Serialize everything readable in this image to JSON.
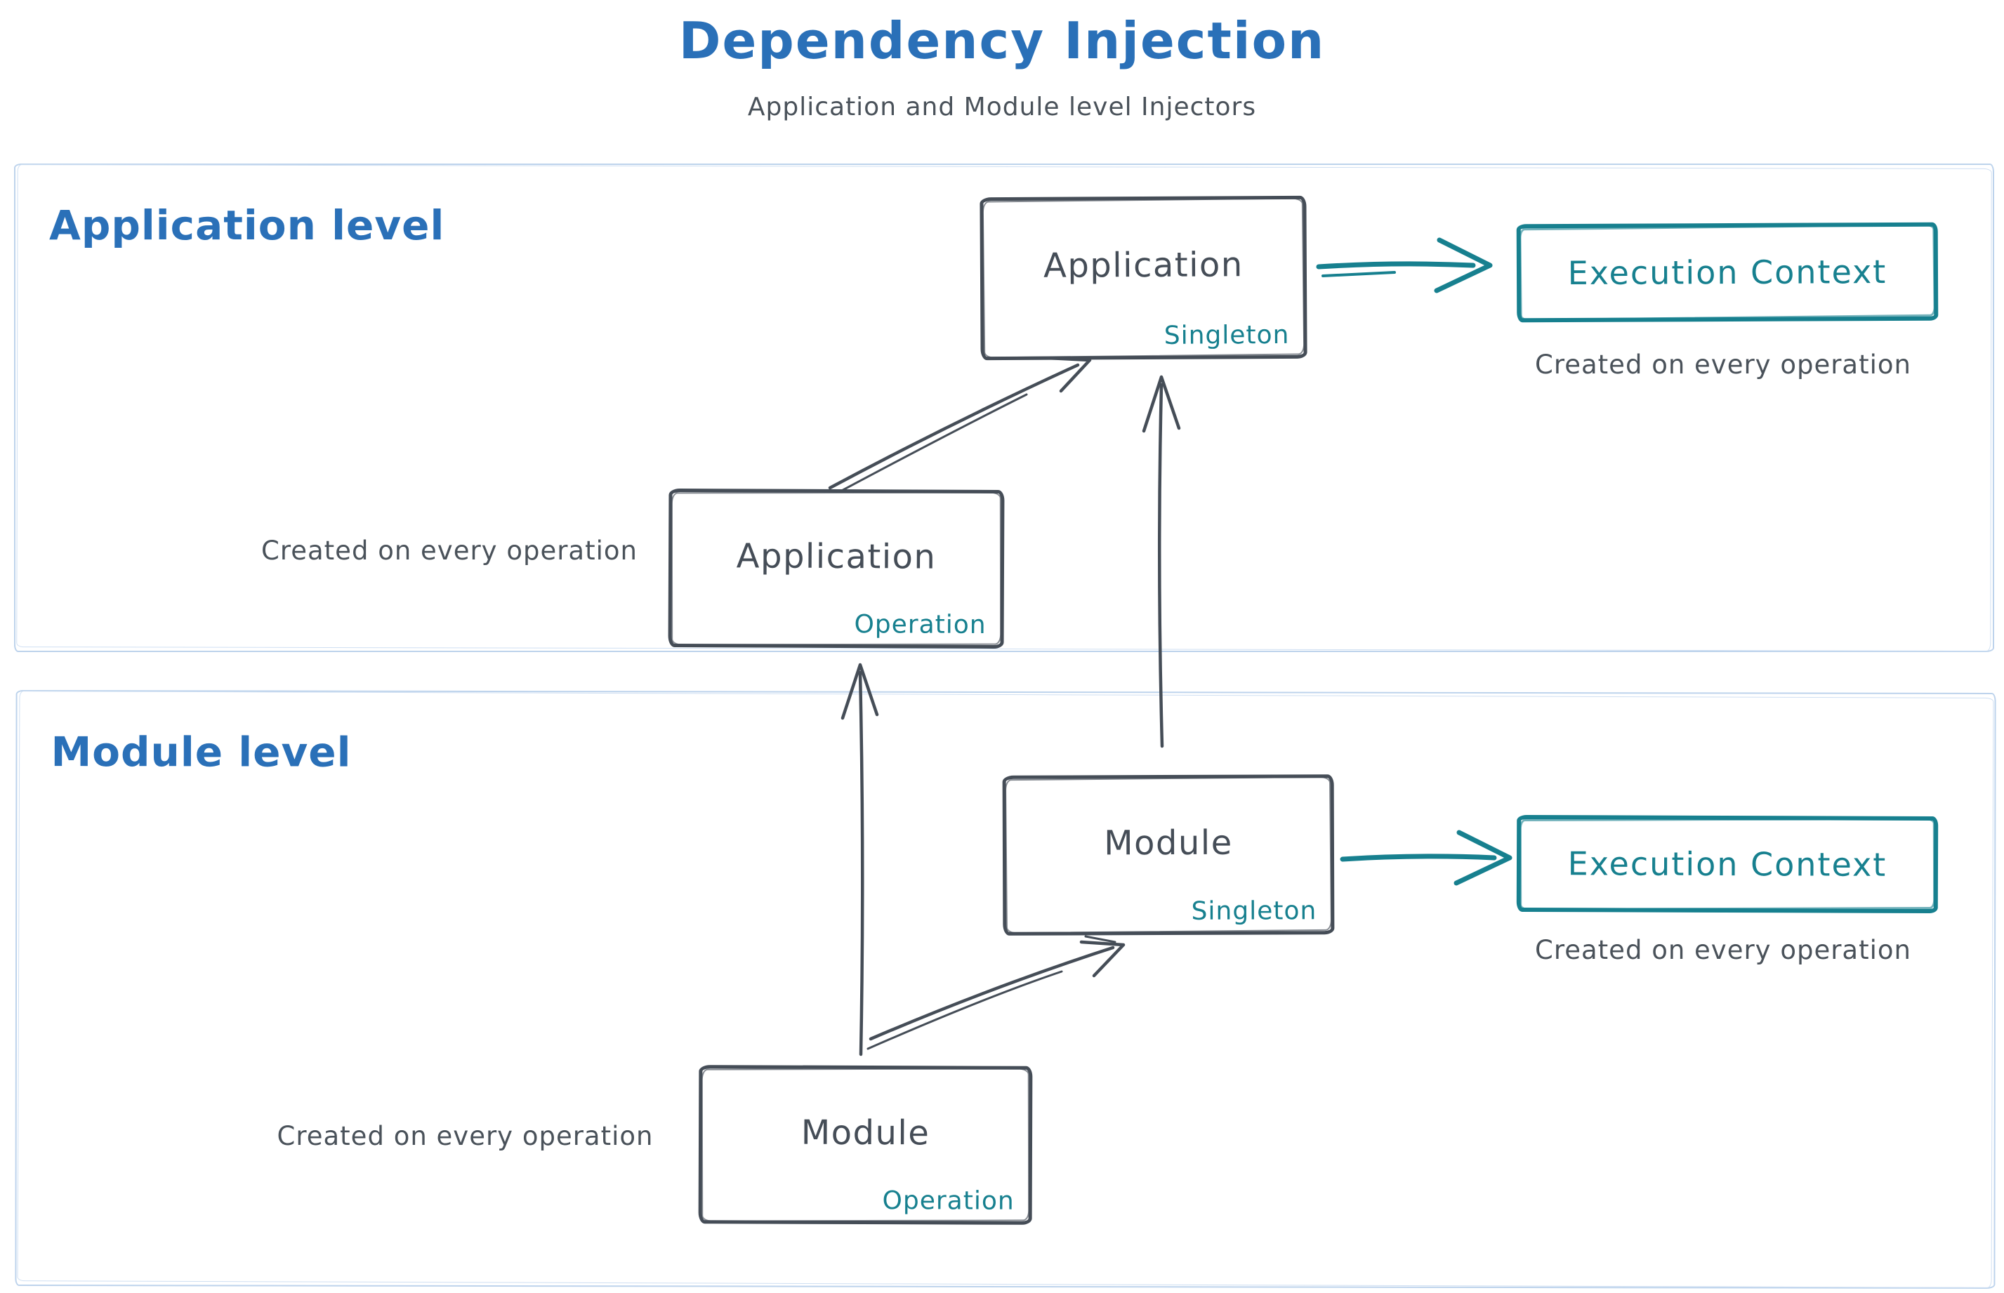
{
  "title": "Dependency Injection",
  "subtitle": "Application and Module level Injectors",
  "colors": {
    "heading_blue": "#2a70b8",
    "ink_dark": "#454d57",
    "accent_teal": "#17808f",
    "section_border_blue": "#bdd3ec"
  },
  "app": {
    "label": "Application level",
    "singleton": {
      "title": "Application",
      "tag": "Singleton"
    },
    "operation": {
      "title": "Application",
      "tag": "Operation"
    },
    "operation_caption": "Created on every operation",
    "execution": {
      "title": "Execution Context",
      "caption": "Created on every operation"
    }
  },
  "module": {
    "label": "Module level",
    "singleton": {
      "title": "Module",
      "tag": "Singleton"
    },
    "operation": {
      "title": "Module",
      "tag": "Operation"
    },
    "operation_caption": "Created on every operation",
    "execution": {
      "title": "Execution Context",
      "caption": "Created on every operation"
    }
  }
}
